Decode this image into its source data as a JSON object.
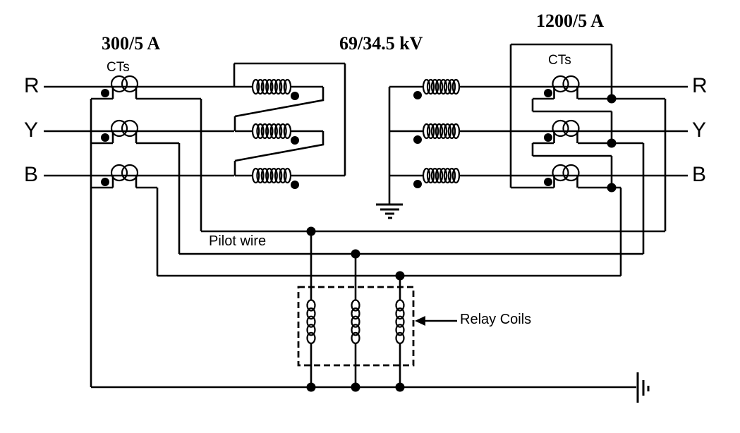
{
  "page": {
    "background": "#ffffff",
    "line_color": "#000000"
  },
  "labels": {
    "left_ct_ratio": "300/5 A",
    "left_ct_title": "CTs",
    "transformer_voltage": "69/34.5 kV",
    "right_ct_ratio": "1200/5 A",
    "right_ct_title": "CTs",
    "pilot_wire": "Pilot wire",
    "relay_coils": "Relay Coils"
  },
  "phases_left": [
    "R",
    "Y",
    "B"
  ],
  "phases_right": [
    "R",
    "Y",
    "B"
  ]
}
